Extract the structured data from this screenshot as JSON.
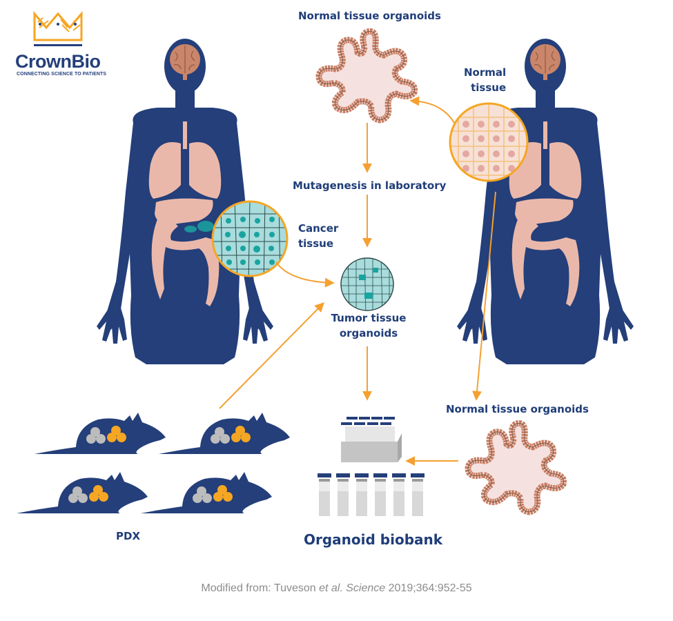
{
  "logo": {
    "name": "CrownBio",
    "tagline": "CONNECTING SCIENCE TO PATIENTS",
    "colors": {
      "crown": "#f5a623",
      "text": "#243f7a"
    }
  },
  "labels": {
    "normal_organoids_top": "Normal tissue organoids",
    "normal_tissue_line1": "Normal",
    "normal_tissue_line2": "tissue",
    "mutagenesis": "Mutagenesis in laboratory",
    "cancer_tissue_line1": "Cancer",
    "cancer_tissue_line2": "tissue",
    "tumor_organoids_line1": "Tumor tissue",
    "tumor_organoids_line2": "organoids",
    "normal_organoids_bottom": "Normal tissue organoids",
    "pdx": "PDX",
    "biobank": "Organoid biobank"
  },
  "caption": {
    "prefix": "Modified from: Tuveson ",
    "etal": "et al.",
    "space": " ",
    "journal": "Science",
    "citation": " 2019;364:952-55"
  },
  "colors": {
    "body": "#243f7a",
    "organ": "#eab8aa",
    "arrow": "#f5a030",
    "cancer_cell": "#a9dcdc",
    "cancer_nucleus": "#1aa3a0",
    "normal_cell": "#f7e1d6",
    "organoid_rim": "#c97d62",
    "organoid_lumen": "#f5e2e0",
    "tube_cap": "#243f7a",
    "tube": "#d8d8d8",
    "tumor_gray": "#bcbcbc",
    "tumor_orange": "#f5a623"
  }
}
